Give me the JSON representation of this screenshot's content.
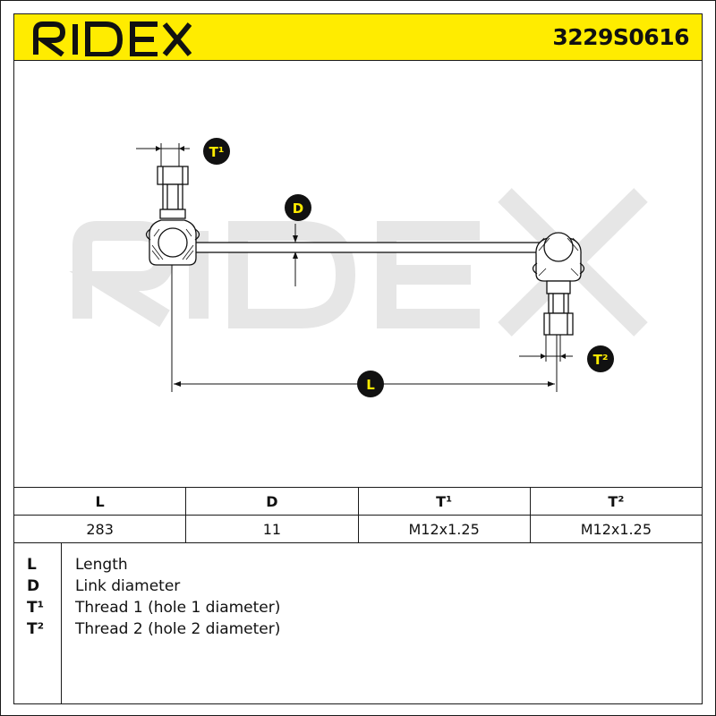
{
  "header": {
    "brand": "RIDEX",
    "part_number": "3229S0616",
    "background_color": "#ffec00"
  },
  "drawing": {
    "watermark": "RIDEX",
    "callouts": {
      "t1": "T¹",
      "d": "D",
      "l": "L",
      "t2": "T²"
    },
    "callout_color": "#111111",
    "callout_text_color": "#ffec00"
  },
  "table": {
    "headers": [
      "L",
      "D",
      "T¹",
      "T²"
    ],
    "values": [
      "283",
      "11",
      "M12x1.25",
      "M12x1.25"
    ]
  },
  "legend": {
    "items": [
      {
        "key": "L",
        "desc": "Length"
      },
      {
        "key": "D",
        "desc": "Link diameter"
      },
      {
        "key": "T¹",
        "desc": "Thread 1 (hole 1 diameter)"
      },
      {
        "key": "T²",
        "desc": "Thread 2 (hole 2 diameter)"
      }
    ]
  }
}
